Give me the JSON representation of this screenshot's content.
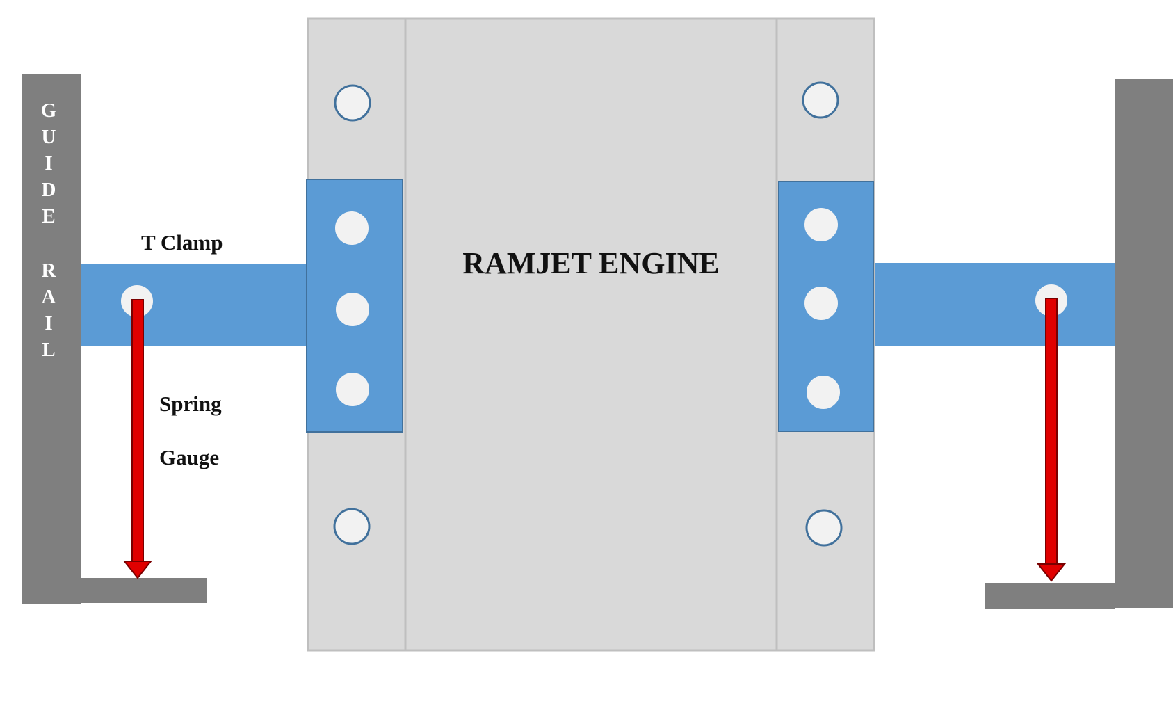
{
  "diagram": {
    "engine_label": "RAMJET ENGINE",
    "clamp_label": "T Clamp",
    "spring_label_line1": "Spring",
    "spring_label_line2": "Gauge",
    "rail_label_letters": [
      "G",
      "U",
      "I",
      "D",
      "E",
      "",
      "R",
      "A",
      "I",
      "L"
    ]
  },
  "colors": {
    "rail": "#7f7f7f",
    "engine_body": "#d9d9d9",
    "engine_border": "#bfbfbf",
    "clamp": "#5b9bd5",
    "clamp_border": "#41719c",
    "bolt_fill": "#f2f2f2",
    "bolt_stroke": "#41719c",
    "spring_gauge": "#e00000",
    "spring_gauge_stroke": "#7a0000"
  }
}
